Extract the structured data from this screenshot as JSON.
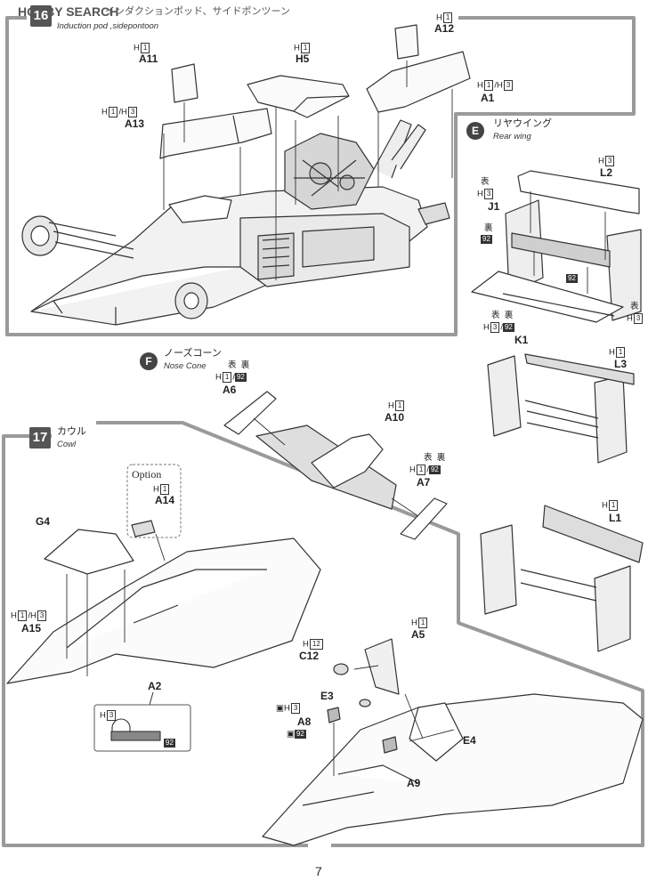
{
  "watermark": {
    "brand": "HOBBY SEARCH"
  },
  "page_number": "7",
  "step16": {
    "number": "16",
    "title_jp": "インダクションポッド、サイドポンツーン",
    "title_en": "Induction pod ,sidepontoon"
  },
  "section_e": {
    "letter": "E",
    "title_jp": "リヤウイング",
    "title_en": "Rear wing"
  },
  "section_f": {
    "letter": "F",
    "title_jp": "ノーズコーン",
    "title_en": "Nose Cone"
  },
  "step17": {
    "number": "17",
    "title_jp": "カウル",
    "title_en": "Cowl"
  },
  "option_label": "Option",
  "code_labels": {
    "h": "H",
    "face": "表",
    "back": "裏"
  },
  "parts": {
    "A11": "A11",
    "H5": "H5",
    "A12": "A12",
    "A1": "A1",
    "A13": "A13",
    "L2": "L2",
    "J1": "J1",
    "K1": "K1",
    "L3": "L3",
    "L1": "L1",
    "A6": "A6",
    "A10": "A10",
    "A7": "A7",
    "A14": "A14",
    "G4": "G4",
    "A15": "A15",
    "A2": "A2",
    "A5": "A5",
    "C12": "C12",
    "E3": "E3",
    "A8": "A8",
    "E4": "E4",
    "A9": "A9"
  },
  "codes": {
    "c1": "1",
    "c3": "3",
    "c12": "12",
    "c92": "92"
  }
}
